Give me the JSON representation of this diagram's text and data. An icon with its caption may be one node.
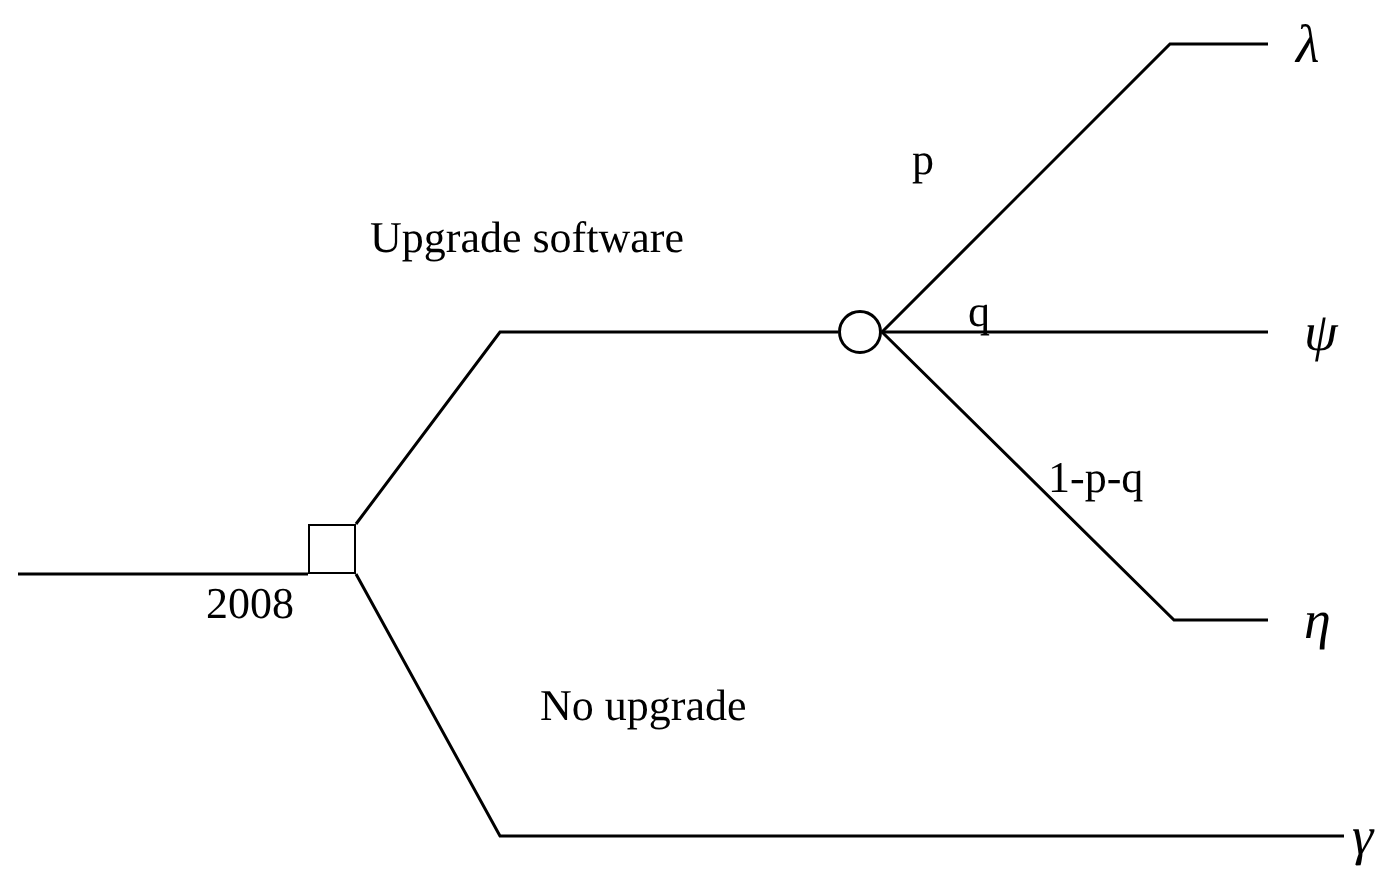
{
  "diagram": {
    "nodes": [
      {
        "text": [],
        "shape": "box",
        "beside": [
          "2008"
        ]
      },
      {
        "text": [],
        "shape": "circle"
      },
      {
        "text": [
          "λ"
        ]
      },
      {
        "text": [
          "ψ"
        ]
      },
      {
        "text": [
          "η"
        ]
      },
      {
        "text": [
          "γ"
        ]
      }
    ],
    "edges": [
      {
        "from": null,
        "to": 0,
        "arrow": "none"
      },
      {
        "from": 0,
        "to": 1,
        "arrow": "none",
        "label": "Upgrade software"
      },
      {
        "from": 1,
        "to": 2,
        "arrow": "none",
        "label": "p"
      },
      {
        "from": 1,
        "to": 3,
        "arrow": "none",
        "label": "q"
      },
      {
        "from": 1,
        "to": 4,
        "arrow": "none",
        "label": "1-p-q"
      },
      {
        "from": 0,
        "to": 5,
        "arrow": "none",
        "label": "No upgrade"
      }
    ]
  }
}
